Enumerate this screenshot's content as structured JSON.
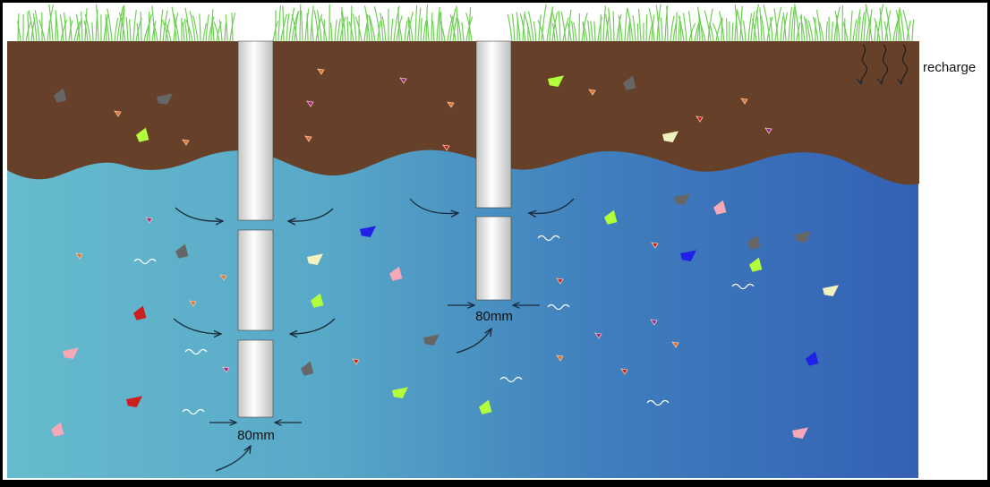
{
  "labels": {
    "recharge": "recharge",
    "left_diameter": "80mm",
    "right_diameter": "80mm"
  },
  "colors": {
    "frame": "#ffffff",
    "grass": "#7ccf5e",
    "soil": "#67402a",
    "water_left": "#64b8cc",
    "water_right": "#3561b5",
    "pipe_edge": "#c9c9c9",
    "pipe_center": "#ffffff",
    "arrow": "#1a2a3a"
  },
  "pipes": [
    {
      "name": "left-well-pipe",
      "screen_gaps": 2
    },
    {
      "name": "right-well-pipe",
      "screen_gaps": 1
    }
  ],
  "particle_palette": [
    "#666666",
    "#b3ff3c",
    "#f5a9b8",
    "#f2f2bf",
    "#2020e6",
    "#cc1f1f",
    "#e07030",
    "#9a20a0"
  ]
}
